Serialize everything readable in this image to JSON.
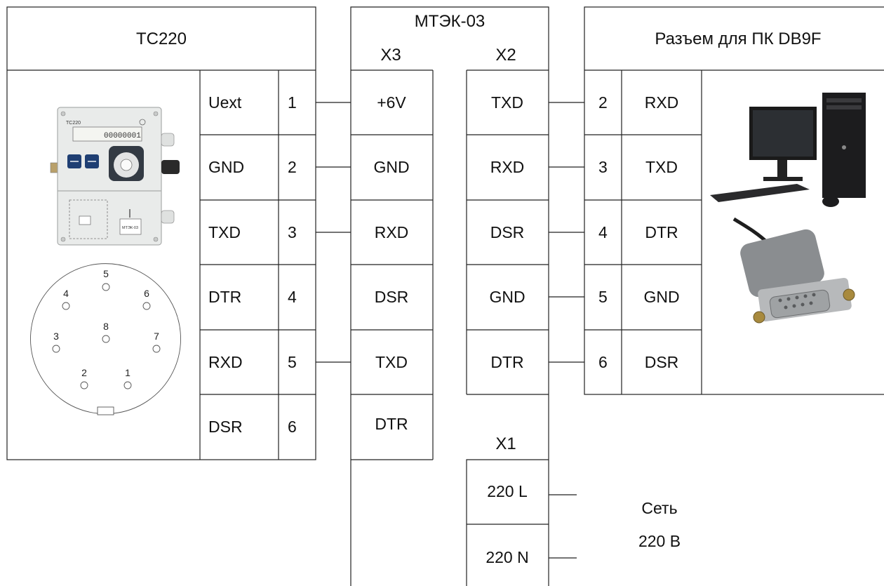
{
  "tc220": {
    "title": "ТС220",
    "device_label": "TC220",
    "device_display": "00000001",
    "device_module_label": "МТЭК-03",
    "rows": [
      {
        "signal": "Uext",
        "pin": "1"
      },
      {
        "signal": "GND",
        "pin": "2"
      },
      {
        "signal": "TXD",
        "pin": "3"
      },
      {
        "signal": "DTR",
        "pin": "4"
      },
      {
        "signal": "RXD",
        "pin": "5"
      },
      {
        "signal": "DSR",
        "pin": "6"
      }
    ],
    "connector_pins": [
      "1",
      "2",
      "3",
      "4",
      "5",
      "6",
      "7",
      "8"
    ]
  },
  "mtek": {
    "title": "МТЭК-03",
    "x3": {
      "label": "X3",
      "rows": [
        "+6V",
        "GND",
        "RXD",
        "DSR",
        "TXD",
        "DTR"
      ]
    },
    "x2": {
      "label": "X2",
      "rows": [
        "TXD",
        "RXD",
        "DSR",
        "GND",
        "DTR"
      ]
    },
    "x1": {
      "label": "X1",
      "rows": [
        "220 L",
        "220 N"
      ]
    }
  },
  "db9": {
    "title": "Разъем для ПК DB9F",
    "rows": [
      {
        "pin": "2",
        "signal": "RXD"
      },
      {
        "pin": "3",
        "signal": "TXD"
      },
      {
        "pin": "4",
        "signal": "DTR"
      },
      {
        "pin": "5",
        "signal": "GND"
      },
      {
        "pin": "6",
        "signal": "DSR"
      }
    ]
  },
  "network": {
    "line1": "Сеть",
    "line2": "220 В"
  },
  "colors": {
    "line": "#222222",
    "device_body": "#e9ebea",
    "device_button": "#1f3f73",
    "cable_gray": "#8a8d90"
  }
}
